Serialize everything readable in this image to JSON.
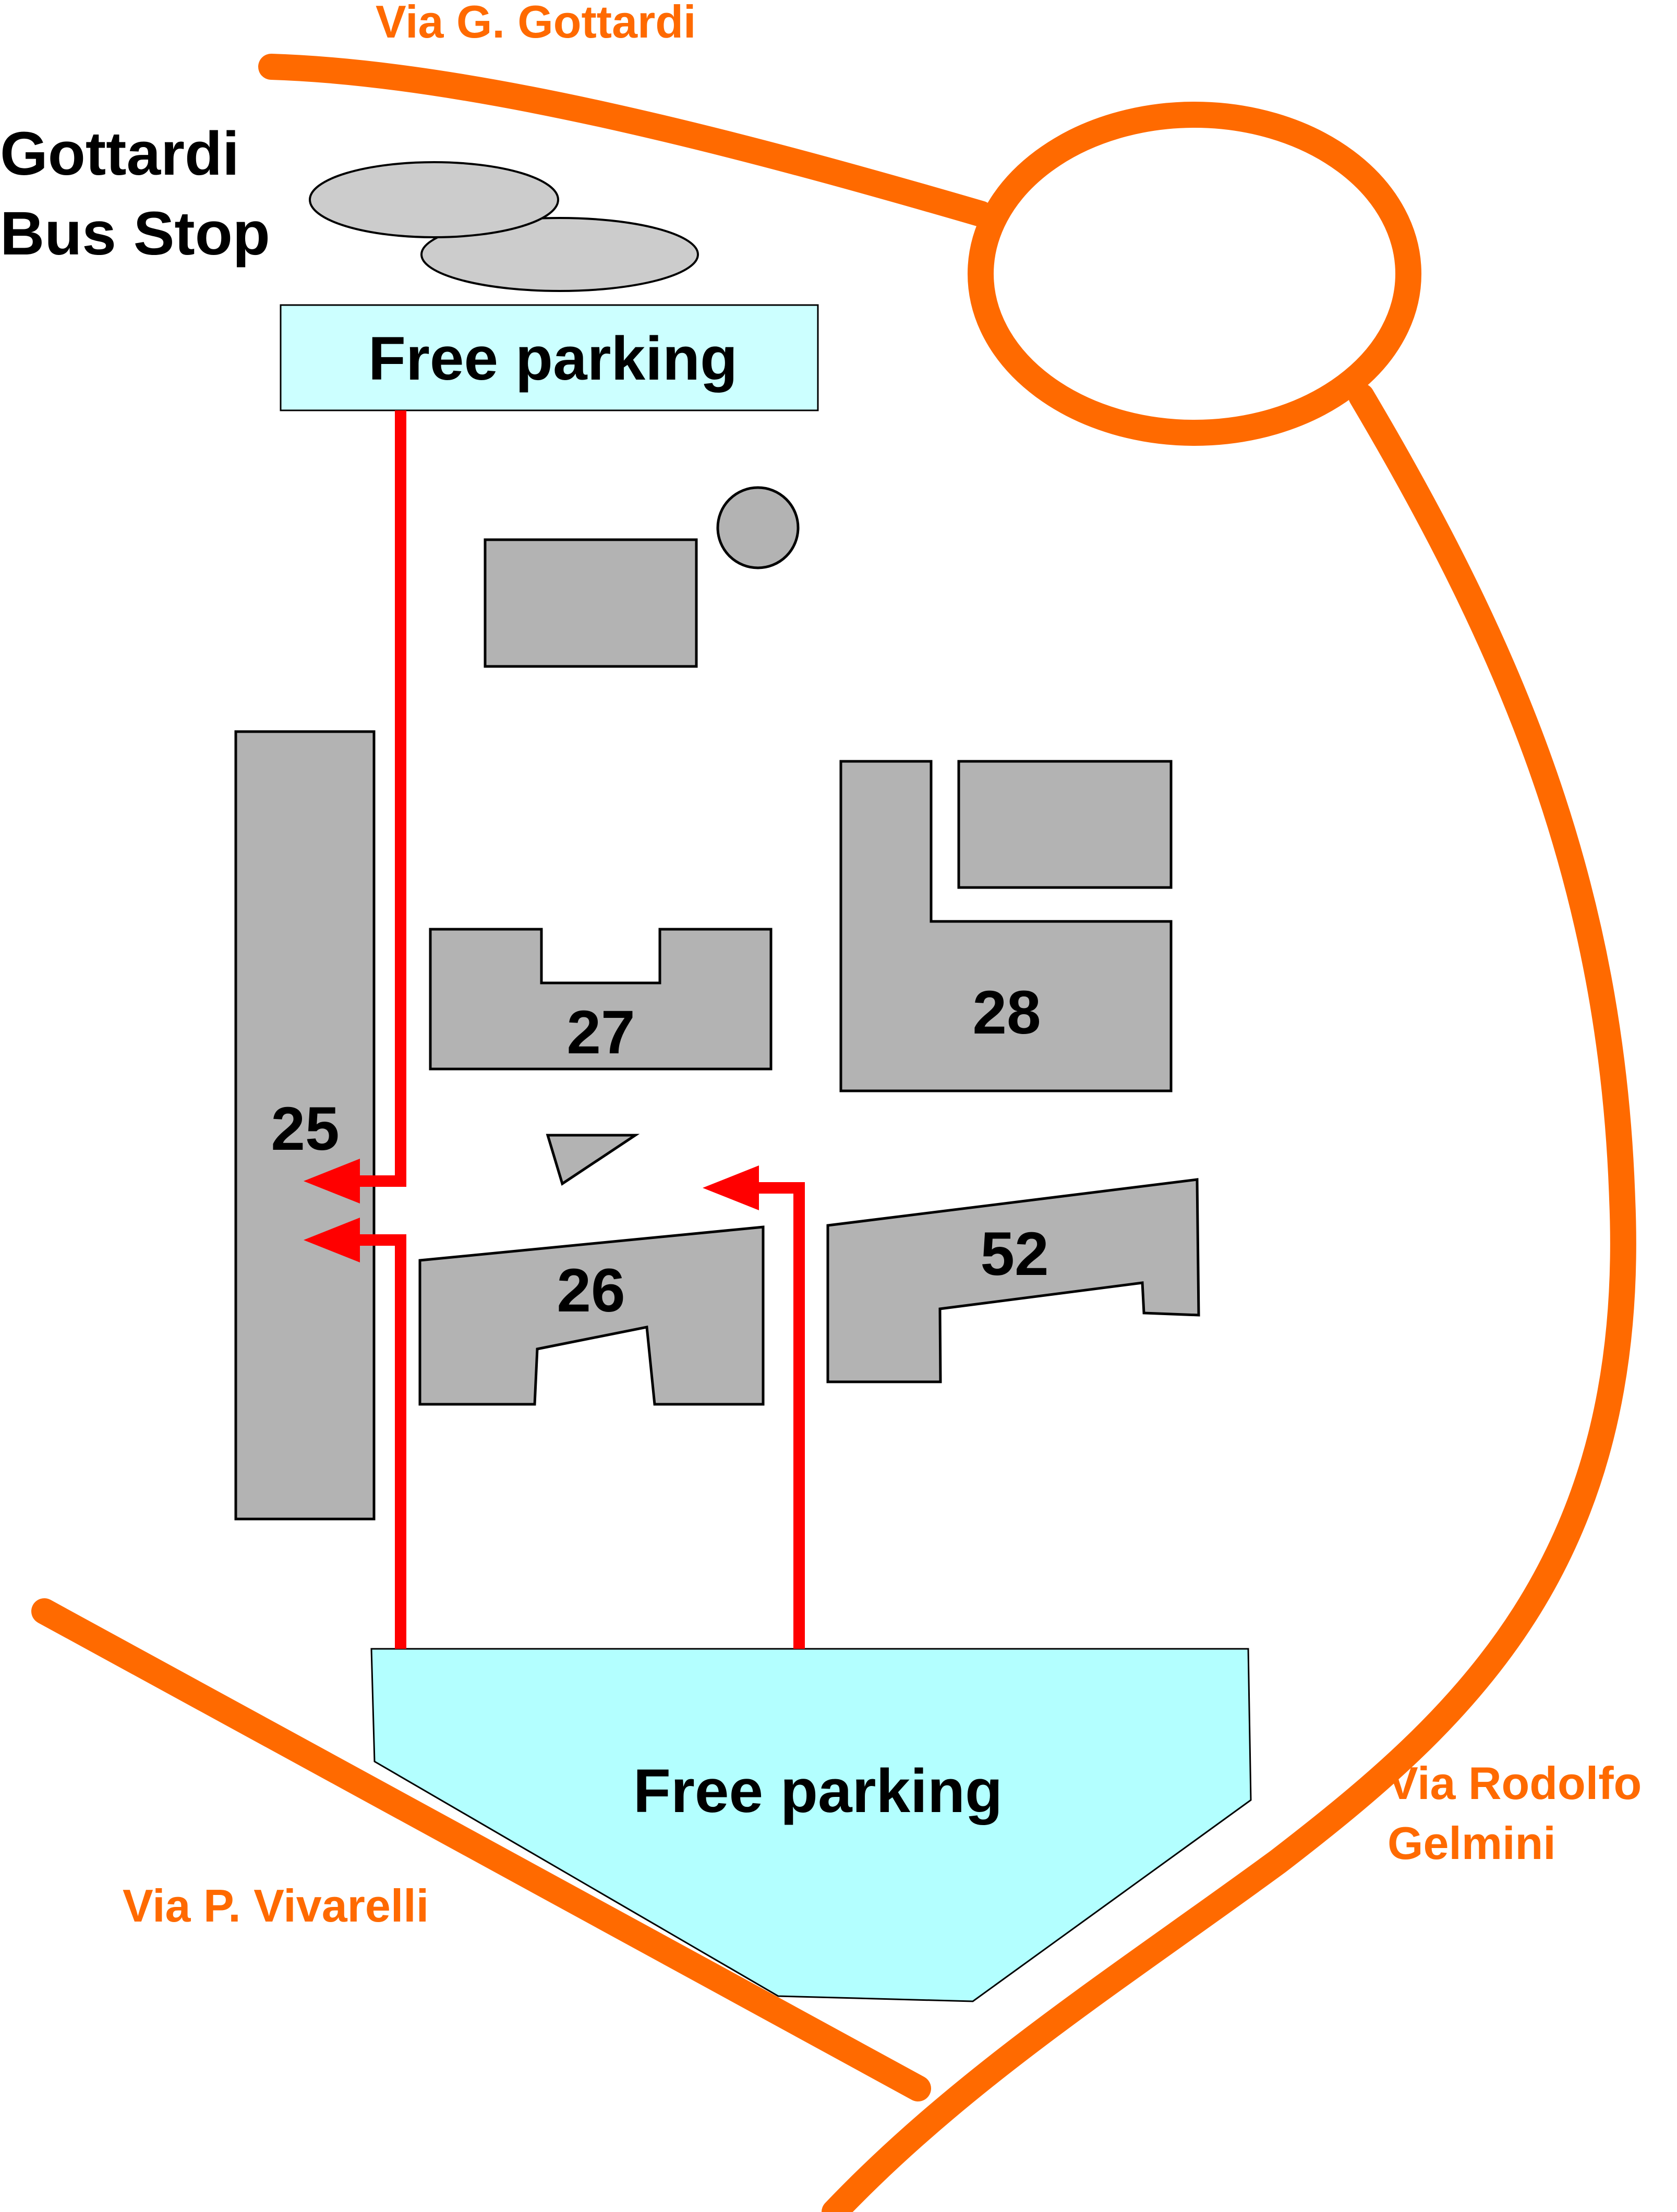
{
  "map": {
    "streets": {
      "gottardi": "Via G. Gottardi",
      "vivarelli": "Via P. Vivarelli",
      "gelmini_line1": "Via Rodolfo",
      "gelmini_line2": "Gelmini"
    },
    "bus_stop": {
      "line1": "Gottardi",
      "line2": "Bus Stop"
    },
    "parking": {
      "top": "Free parking",
      "bottom": "Free parking"
    },
    "buildings": {
      "b25": "25",
      "b26": "26",
      "b27": "27",
      "b28": "28",
      "b52": "52"
    },
    "colors": {
      "road": "#ff6a00",
      "street_text": "#ff6a00",
      "route": "#ff0000",
      "building": "#b3b3b3",
      "bus_stop": "#cccccc",
      "parking": "#b3ffff",
      "top_parking": "#ccffff"
    }
  }
}
